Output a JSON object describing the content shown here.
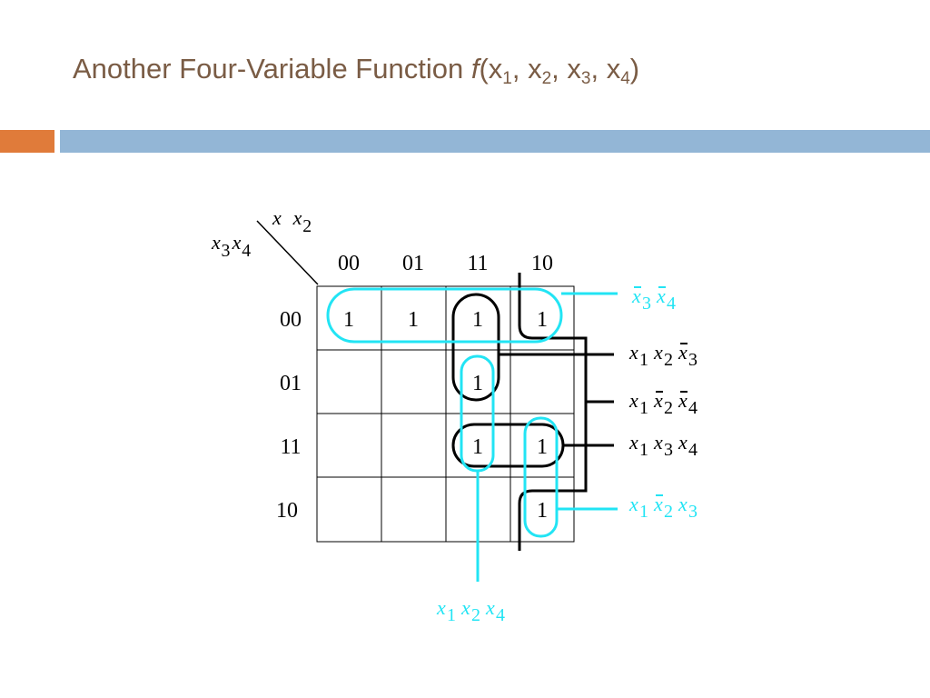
{
  "slide": {
    "title_text": "Another Four-Variable Function ",
    "title_f": "f",
    "title_args": [
      {
        "pre": "(x",
        "sub": "1"
      },
      {
        "pre": ", x",
        "sub": "2"
      },
      {
        "pre": ", x",
        "sub": "3"
      },
      {
        "pre": ", x",
        "sub": "4"
      }
    ],
    "title_close": ")"
  },
  "kmap": {
    "row_var_label": [
      {
        "v": "x",
        "s": "3"
      },
      {
        "v": "x",
        "s": "4"
      }
    ],
    "col_var_label": [
      {
        "v": "x",
        "s": ""
      },
      {
        "v": "x",
        "s": "2"
      }
    ],
    "col_headers": [
      "00",
      "01",
      "11",
      "10"
    ],
    "row_headers": [
      "00",
      "01",
      "11",
      "10"
    ],
    "cells": [
      [
        "1",
        "1",
        "1",
        "1"
      ],
      [
        "",
        "",
        "1",
        ""
      ],
      [
        "",
        "",
        "1",
        "1"
      ],
      [
        "",
        "",
        "",
        "1"
      ]
    ]
  },
  "terms": [
    {
      "id": "x3bar-x4bar",
      "color": "#22e4f4",
      "parts": [
        {
          "v": "x",
          "s": "3",
          "bar": true
        },
        {
          "v": "x",
          "s": "4",
          "bar": true
        }
      ]
    },
    {
      "id": "x1-x2-x3bar",
      "color": "#000000",
      "parts": [
        {
          "v": "x",
          "s": "1",
          "bar": false
        },
        {
          "v": "x",
          "s": "2",
          "bar": false
        },
        {
          "v": "x",
          "s": "3",
          "bar": true
        }
      ]
    },
    {
      "id": "x1-x2bar-x4bar",
      "color": "#000000",
      "parts": [
        {
          "v": "x",
          "s": "1",
          "bar": false
        },
        {
          "v": "x",
          "s": "2",
          "bar": true
        },
        {
          "v": "x",
          "s": "4",
          "bar": true
        }
      ]
    },
    {
      "id": "x1-x3-x4",
      "color": "#000000",
      "parts": [
        {
          "v": "x",
          "s": "1",
          "bar": false
        },
        {
          "v": "x",
          "s": "3",
          "bar": false
        },
        {
          "v": "x",
          "s": "4",
          "bar": false
        }
      ]
    },
    {
      "id": "x1-x2bar-x3",
      "color": "#22e4f4",
      "parts": [
        {
          "v": "x",
          "s": "1",
          "bar": false
        },
        {
          "v": "x",
          "s": "2",
          "bar": true
        },
        {
          "v": "x",
          "s": "3",
          "bar": false
        }
      ]
    },
    {
      "id": "x1-x2-x4",
      "color": "#22e4f4",
      "parts": [
        {
          "v": "x",
          "s": "1",
          "bar": false
        },
        {
          "v": "x",
          "s": "2",
          "bar": false
        },
        {
          "v": "x",
          "s": "4",
          "bar": false
        }
      ]
    }
  ],
  "colors": {
    "cyan": "#22e4f4",
    "black": "#000000",
    "title": "#7a5c45",
    "bar_orange": "#e07b3a",
    "bar_blue": "#93b6d6"
  }
}
